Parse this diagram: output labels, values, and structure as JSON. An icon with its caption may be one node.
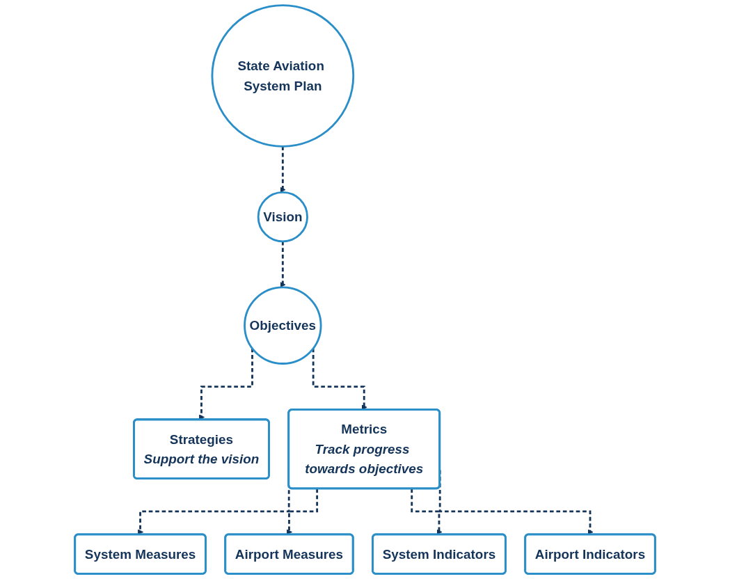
{
  "diagram": {
    "nodes": [
      {
        "text": [
          "State Aviation System Plan"
        ]
      },
      {
        "text": [
          "Vision"
        ]
      },
      {
        "text": [
          "Objectives"
        ]
      },
      {
        "text": [
          "Strategies",
          "Support the vision"
        ]
      },
      {
        "text": [
          "Metrics",
          "Track progress towards objectives"
        ]
      },
      {
        "text": [
          "System Measures"
        ]
      },
      {
        "text": [
          "Airport Measures"
        ]
      },
      {
        "text": [
          "System Indicators"
        ]
      },
      {
        "text": [
          "Airport Indicators"
        ]
      }
    ],
    "edges": [
      {
        "from": 0,
        "to": 1,
        "arrow": "to",
        "style": "dashed"
      },
      {
        "from": 1,
        "to": 2,
        "arrow": "to",
        "style": "dashed"
      },
      {
        "from": 2,
        "to": 3,
        "arrow": "to",
        "style": "dashed"
      },
      {
        "from": 2,
        "to": 4,
        "arrow": "to",
        "style": "dashed"
      },
      {
        "from": 4,
        "to": 5,
        "arrow": "to",
        "style": "dashed"
      },
      {
        "from": 4,
        "to": 6,
        "arrow": "to",
        "style": "dashed"
      },
      {
        "from": 4,
        "to": 7,
        "arrow": "to",
        "style": "dashed"
      },
      {
        "from": 4,
        "to": 8,
        "arrow": "to",
        "style": "dashed"
      }
    ]
  }
}
